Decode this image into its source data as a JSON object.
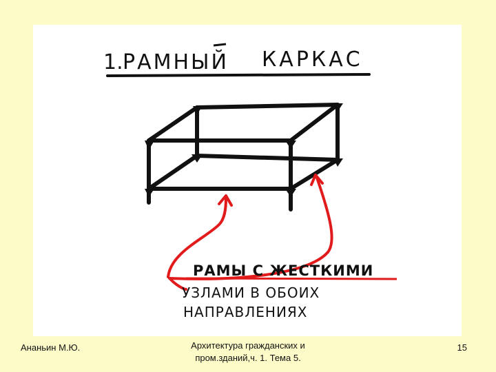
{
  "title": {
    "number": "1.",
    "word1": "РАМНЫЙ",
    "word2": "КАРКАС"
  },
  "note": {
    "line1": "РАМЫ  С  ЖЕСТКИМИ",
    "line2": "УЗЛАМИ   В   ОБОИХ",
    "line3": "НАПРАВЛЕНИЯХ"
  },
  "footer": {
    "author": "Ананьин М.Ю.",
    "course_line1": "Архитектура гражданских и",
    "course_line2": "пром.зданий,ч. 1. Тема 5.",
    "page": "15"
  },
  "colors": {
    "background": "#fdfbc8",
    "frame": "#111111",
    "arrows": "#e11b1b"
  }
}
